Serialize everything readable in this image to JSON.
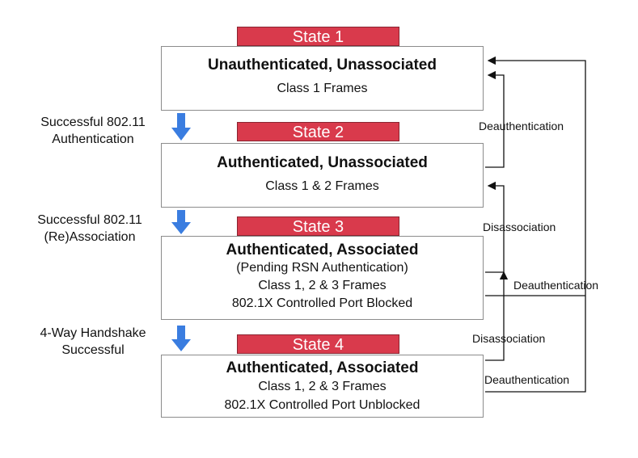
{
  "states": [
    {
      "badge": "State 1",
      "title": "Unauthenticated, Unassociated",
      "lines": [
        "Class 1 Frames"
      ]
    },
    {
      "badge": "State 2",
      "title": "Authenticated, Unassociated",
      "lines": [
        "Class 1 & 2 Frames"
      ]
    },
    {
      "badge": "State 3",
      "title": "Authenticated, Associated",
      "lines": [
        "(Pending RSN Authentication)",
        "Class 1, 2 & 3 Frames",
        "802.1X Controlled Port Blocked"
      ]
    },
    {
      "badge": "State 4",
      "title": "Authenticated, Associated",
      "lines": [
        "Class 1, 2 & 3 Frames",
        "802.1X Controlled Port Unblocked"
      ]
    }
  ],
  "transitions": [
    {
      "line1": "Successful 802.11",
      "line2": "Authentication"
    },
    {
      "line1": "Successful 802.11",
      "line2": "(Re)Association"
    },
    {
      "line1": "4-Way Handshake",
      "line2": "Successful"
    }
  ],
  "edges": {
    "deauth_2_to_1": "Deauthentication",
    "disassoc_3_to_2": "Disassociation",
    "deauth_3_to_1": "Deauthentication",
    "disassoc_4_to_2": "Disassociation",
    "deauth_4_to_1": "Deauthentication"
  },
  "colors": {
    "badge": "#d93a4c",
    "arrow": "#3a7de0"
  }
}
